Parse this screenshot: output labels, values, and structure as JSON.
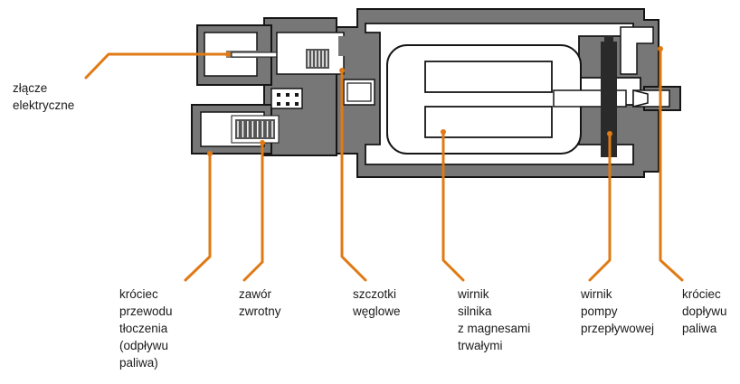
{
  "colors": {
    "housing": "#777777",
    "outline": "#151515",
    "interior": "#ffffff",
    "leader": "#e07a14",
    "rotor": "#2a2a2a",
    "spring": "#555555"
  },
  "labels": {
    "connector": "złącze\nelektryczne",
    "outlet": "króciec\nprzewodu\ntłoczenia\n(odpływu\npaliwa)",
    "check_valve": "zawór\nzwrotny",
    "brushes": "szczotki\nwęglowe",
    "motor_rotor": "wirnik\nsilnika\nz magnesami\ntrwałymi",
    "pump_rotor": "wirnik\npompy\nprzepływowej",
    "inlet": "króciec\ndopływu\npaliwa"
  }
}
